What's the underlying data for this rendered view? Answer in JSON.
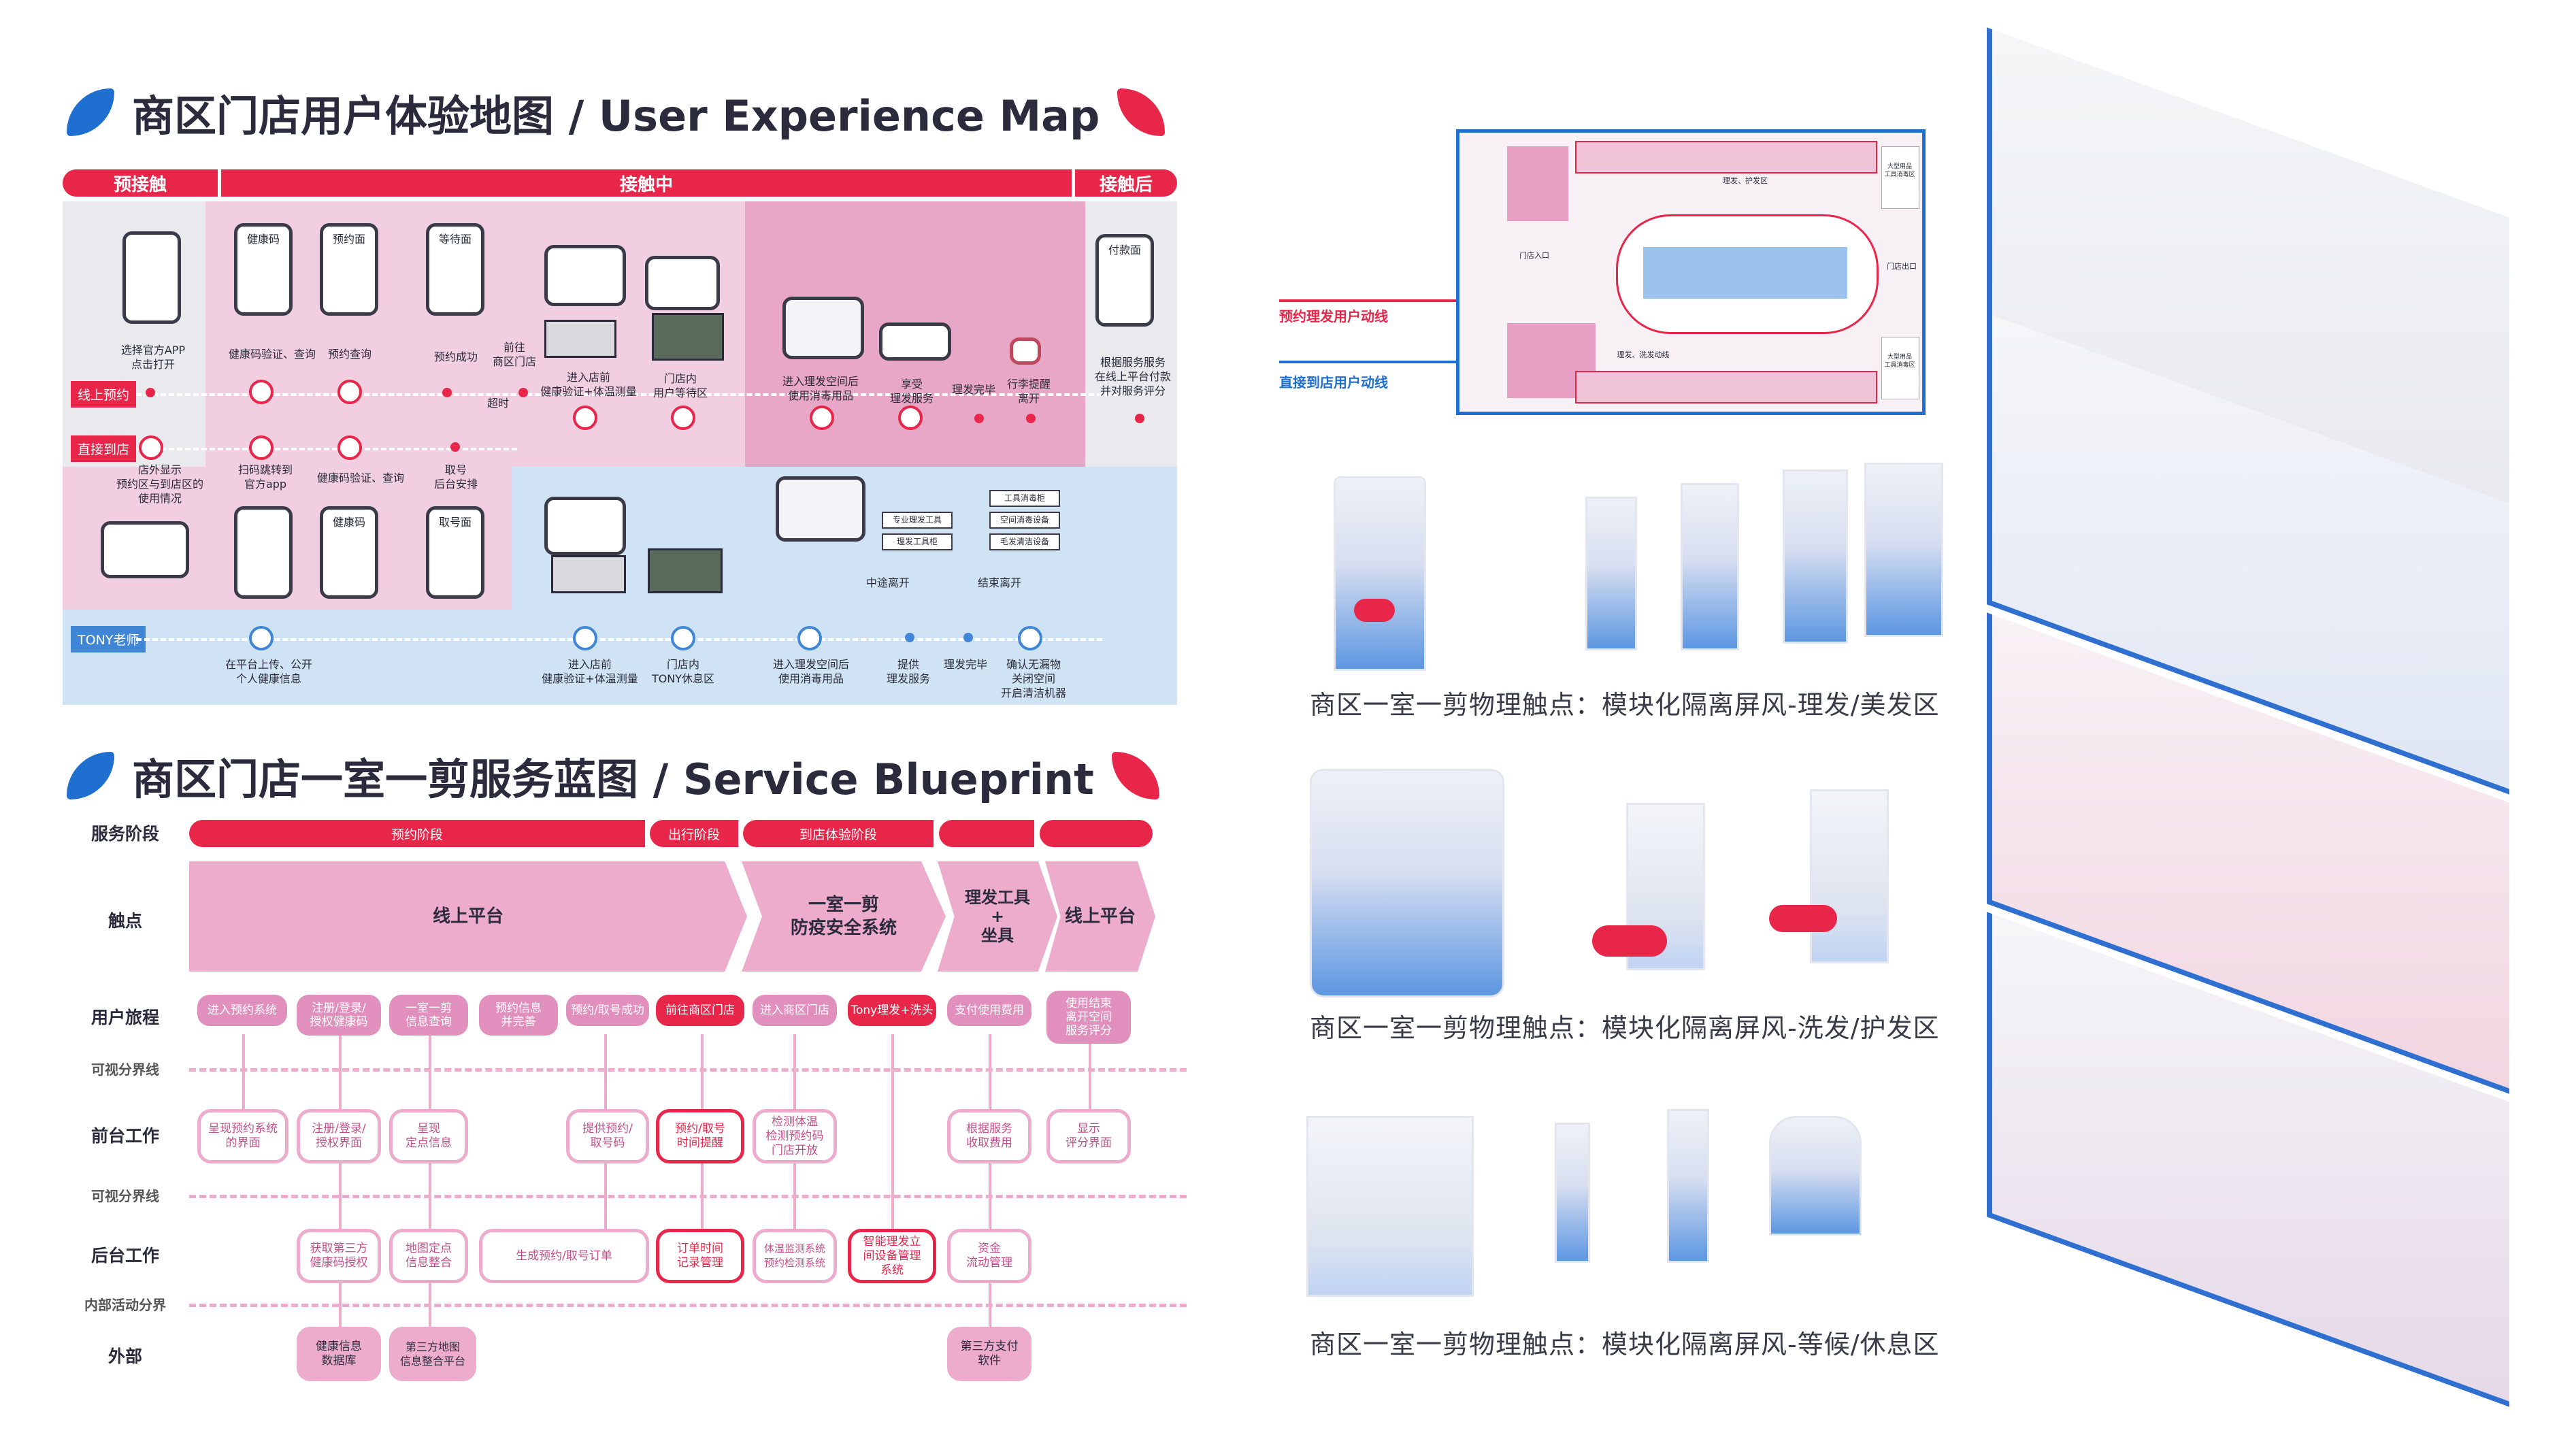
{
  "ux_map": {
    "title": "商区门店用户体验地图 / User Experience Map",
    "phases": [
      "预接触",
      "接触中",
      "接触后"
    ],
    "lanes": {
      "online": "线上预约",
      "walkin": "直接到店",
      "tony": "TONY老师"
    },
    "labels": {
      "open_app": "选择官方APP\n点击打开",
      "health_check": "健康码验证、查询",
      "book_query": "预约查询",
      "book_ok": "预约成功",
      "go_store": "前往\n商区门店",
      "enter_store": "进入店前\n健康验证+体温测量",
      "wait_area": "门店内\n用户等待区",
      "disinfect": "进入理发空间后\n使用消毒用品",
      "enjoy_service": "享受\n理发服务",
      "haircut_done": "理发完毕",
      "leave": "行李提醒\n离开",
      "rate": "根据服务服务\n在线上平台付款\n并对服务评分",
      "overtime": "超时",
      "store_show": "店外显示\n预约区与到店区的\n使用情况",
      "scan_app": "扫码跳转到\n官方app",
      "health_check2": "健康码验证、查询",
      "take_number": "取号\n后台安排",
      "upload_health": "在平台上传、公开\n个人健康信息",
      "tony_enter": "进入店前\n健康验证+体温测量",
      "tony_rest": "门店内\nTONY休息区",
      "tony_disinfect": "进入理发空间后\n使用消毒用品",
      "provide": "提供\n理发服务",
      "tony_done": "理发完毕",
      "confirm": "确认无漏物\n关闭空间\n开启清洁机器",
      "mid_leave": "中途离开",
      "end_leave": "结束离开",
      "tools1": "专业理发工具",
      "tools2": "理发工具柜",
      "disinfect1": "工具消毒柜",
      "disinfect2": "空间消毒设备",
      "disinfect3": "毛发清洁设备",
      "scr_health": "健康码",
      "scr_book": "预约面",
      "scr_wait": "等待面",
      "scr_take": "取号面",
      "scr_pay": "付款面"
    }
  },
  "blueprint": {
    "title": "商区门店一室一剪服务蓝图 / Service Blueprint",
    "row_labels": [
      "服务阶段",
      "触点",
      "用户旅程",
      "可视分界线",
      "前台工作",
      "可视分界线",
      "后台工作",
      "内部活动分界",
      "外部"
    ],
    "stages": [
      "预约阶段",
      "出行阶段",
      "到店体验阶段",
      "",
      ""
    ],
    "touchpoints": [
      "线上平台",
      "一室一剪\n防疫安全系统",
      "理发工具\n+\n坐具",
      "线上平台"
    ],
    "journey": [
      "进入预约系统",
      "注册/登录/\n授权健康码",
      "一室一剪\n信息查询",
      "预约信息\n并完善",
      "预约/取号成功",
      "前往商区门店",
      "进入商区门店",
      "Tony理发+洗头",
      "支付使用费用",
      "使用结束\n离开空间\n服务评分"
    ],
    "front": [
      "呈现预约系统\n的界面",
      "注册/登录/\n授权界面",
      "呈现\n定点信息",
      "提供预约/\n取号码",
      "预约/取号\n时间提醒",
      "检测体温\n检测预约码\n门店开放",
      "根据服务\n收取费用",
      "显示\n评分界面"
    ],
    "back": [
      "获取第三方\n健康码授权",
      "地图定点\n信息整合",
      "生成预约/取号订单",
      "订单时间\n记录管理",
      "体温监测系统\n预约检测系统",
      "智能理发立\n间设备管理\n系统",
      "资金\n流动管理"
    ],
    "external": [
      "健康信息\n数据库",
      "第三方地图\n信息整合平台",
      "第三方支付\n软件"
    ]
  },
  "floorplan": {
    "legend_red": "预约理发用户动线",
    "legend_blue": "直接到店用户动线",
    "labels": {
      "entry": "门店入口",
      "exit": "门店出口",
      "hair1": "理发、护发区",
      "hair2": "理发、洗发动线",
      "sterile1": "大型用品\n工具消毒区",
      "sterile2": "大型用品\n工具消毒区"
    }
  },
  "gallery": {
    "captions": [
      "商区一室一剪物理触点：模块化隔离屏风-理发/美发区",
      "商区一室一剪物理触点：模块化隔离屏风-洗发/护发区",
      "商区一室一剪物理触点：模块化隔离屏风-等候/休息区"
    ]
  },
  "colors": {
    "accent": "#e8264a",
    "blue": "#1f6fd0",
    "pink": "#edaccc",
    "lightblue": "#cfe3f5",
    "lightpink": "#f2cfe0"
  }
}
